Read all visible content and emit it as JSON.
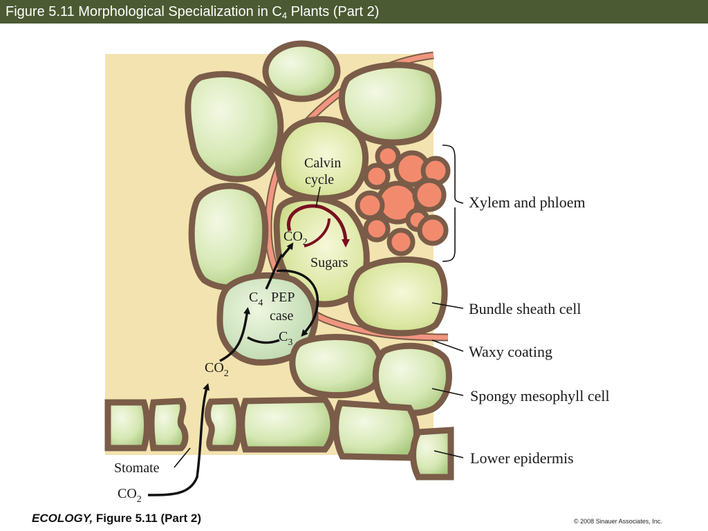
{
  "header": {
    "title_prefix": "Figure 5.11  Morphological Specialization in C",
    "title_sub": "4",
    "title_suffix": " Plants (Part 2)"
  },
  "diagram": {
    "calvin_line1": "Calvin",
    "calvin_line2": "cycle",
    "co2_inner": "CO",
    "co2_inner_sub": "2",
    "sugars": "Sugars",
    "c4": "C",
    "c4_sub": "4",
    "pep_line1": "PEP",
    "pep_line2": "case",
    "c3": "C",
    "c3_sub": "3",
    "co2_mid": "CO",
    "co2_mid_sub": "2",
    "stomate": "Stomate",
    "co2_bottom": "CO",
    "co2_bottom_sub": "2"
  },
  "labels": {
    "xylem_phloem": "Xylem and phloem",
    "bundle_sheath": "Bundle sheath cell",
    "waxy_coating": "Waxy coating",
    "spongy_mesophyll": "Spongy mesophyll cell",
    "lower_epidermis": "Lower epidermis"
  },
  "footer": {
    "journal": "ECOLOGY,",
    "figure": " Figure 5.11 (Part 2)",
    "copyright": "© 2008 Sinauer Associates, Inc."
  },
  "colors": {
    "title_bar": "#4b5a32",
    "background_tissue": "#f3e3b0",
    "cell_wall": "#7a5c48",
    "cell_fill": "#cfe3a8",
    "waxy_coating": "#f0957f",
    "vascular_fill": "#f28b6e",
    "calvin_arrow": "#7a1020"
  }
}
